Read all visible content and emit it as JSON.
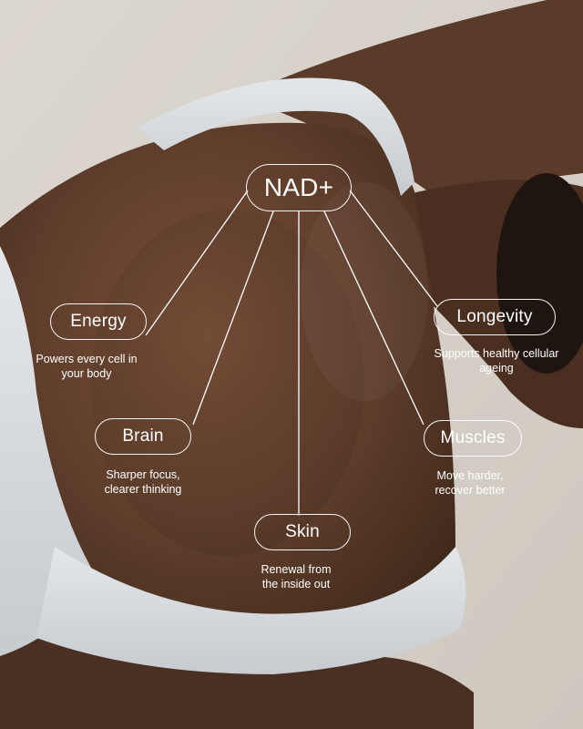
{
  "diagram": {
    "center": {
      "label": "NAD+"
    },
    "nodes": [
      {
        "id": "energy",
        "label": "Energy",
        "description": "Powers every cell in\nyour body"
      },
      {
        "id": "brain",
        "label": "Brain",
        "description": "Sharper focus,\nclearer thinking"
      },
      {
        "id": "skin",
        "label": "Skin",
        "description": "Renewal from\nthe inside out"
      },
      {
        "id": "muscles",
        "label": "Muscles",
        "description": "Move harder,\nrecover better"
      },
      {
        "id": "longevity",
        "label": "Longevity",
        "description": "Supports healthy cellular\nageing"
      }
    ]
  },
  "colors": {
    "text": "#ffffff",
    "line": "#ffffff",
    "background_wall": "#d7d2cb",
    "skin": "#6b4632",
    "garment": "#d9dde1"
  }
}
